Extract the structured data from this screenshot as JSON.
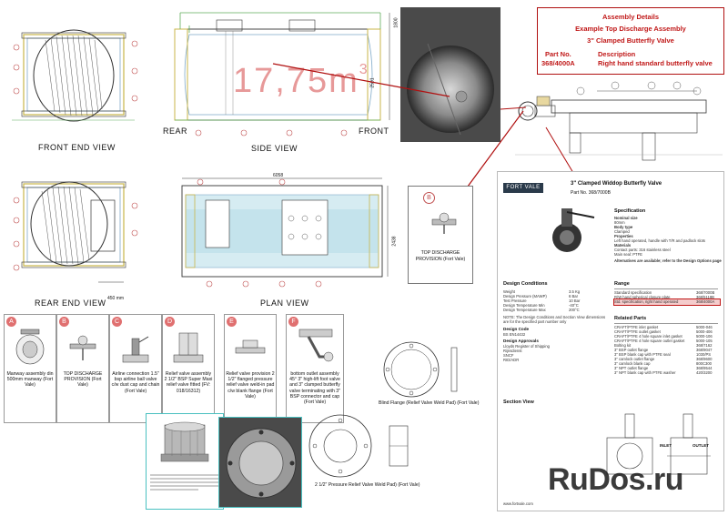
{
  "views": {
    "front_end": "FRONT END VIEW",
    "side": "SIDE VIEW",
    "rear_label": "REAR",
    "front_label": "FRONT",
    "rear_end": "REAR END VIEW",
    "plan": "PLAN VIEW",
    "volume": "17,75m",
    "volume_exp": "3",
    "dim_top": "6058",
    "dim_right": "2438",
    "dim_small": "1800",
    "dim_side": "2591",
    "dim_rear": "450 mm"
  },
  "assembly": {
    "title": "Assembly Details",
    "subtitle": "Example Top Discharge Assembly",
    "item": "3\" Clamped Butterfly Valve",
    "part_no_label": "Part No.",
    "part_no": "368/4000A",
    "desc_label": "Description",
    "desc": "Right hand standard butterfly valve"
  },
  "detail_b": {
    "letter": "B",
    "caption": "TOP DISCHARGE PROVISION (Fort Vale)"
  },
  "panels": [
    {
      "letter": "A",
      "caption": "Manway assembly din 500mm manway (Fort Vale)"
    },
    {
      "letter": "B",
      "caption": "TOP DISCHARGE PROVISION (Fort Vale)"
    },
    {
      "letter": "C",
      "caption": "Airline connection 1.5\" bsp airline ball valve c/w dust cap and chain (Fort Vale)"
    },
    {
      "letter": "D",
      "caption": "Relief valve assembly 2 1/2\" BSP Super Maxi relief valve fitted (FV: 018/16312)"
    },
    {
      "letter": "E",
      "caption": "Relief valve provision 2 1/2\" flanged pressure relief valve weld-in pad c/w blank flange (Fort Vale)"
    },
    {
      "letter": "F",
      "caption": "bottom outlet assembly 45° 3\" high-lift foot valve and 3\" clamped butterfly valve terminating with 3\" BSP connector and cap (Fort Vale)"
    }
  ],
  "blind_flange": "Blind Flange (Relief Valve Weld Pad) (Fort Vale)",
  "weld_pad": "2 1/2\" Pressure Relief Valve Weld Pad) (Fort Vale)",
  "data_sheet": {
    "logo": "FORT VALE",
    "title": "3\" Clamped Widdop Butterfly Valve",
    "part_no": "Part No. 368/7000B",
    "specification": "Specification",
    "spec_lines": [
      "Nominal size",
      "80mm",
      "Body type",
      "Clamped",
      "Properties",
      "Left hand operated, handle with T/R and padlock slots",
      "Materials",
      "Contact parts: 316 stainless steel",
      "Main seal: PTFE",
      "Alternatives are available; refer to the Design Options page"
    ],
    "design_conditions": "Design Conditions",
    "dc_rows": [
      [
        "Weight",
        "3.5 Kg"
      ],
      [
        "Design Pressure (MAWP)",
        "6 Bar"
      ],
      [
        "Test Pressure",
        "10 Bar"
      ],
      [
        "Design Temperature Min",
        "-40°C"
      ],
      [
        "Design Temperature Max",
        "200°C"
      ]
    ],
    "note": "NOTE: The Design Conditions and Section View dimensions are for the specified part number only",
    "range": "Range",
    "range_rows": [
      [
        "Standard specification",
        "368/7000B"
      ],
      [
        "R/W hand spherical closure plate",
        "368/5118B"
      ],
      [
        "Std. specification, right hand operated",
        "368/4000A"
      ]
    ],
    "related": "Related Parts",
    "related_rows": [
      [
        "CRAFT/PTFE inlet gasket",
        "5000-046"
      ],
      [
        "CRAFT/PTFE outlet gasket",
        "5000-406"
      ],
      [
        "CRAFT/PTFE 4 hole square inlet gasket",
        "5000-106"
      ],
      [
        "CRAFT/PTFE 4 hole square outlet gasket",
        "5000-105"
      ],
      [
        "Bolting kit",
        "368/7162"
      ],
      [
        "3\" BSP outlet flange",
        "368/9047"
      ],
      [
        "3\" BSP blank cap with PTFE seal",
        "1030/PS"
      ],
      [
        "3\" camlock outlet flange",
        "368/9600"
      ],
      [
        "3\" camlock blank cap",
        "800C300"
      ],
      [
        "3\" NPT outlet flange",
        "368/9544"
      ],
      [
        "3\" NPT blank cap with PTFE washer",
        "420/3200"
      ]
    ],
    "design_code_label": "Design Code",
    "design_code": "BS EN14432",
    "approvals_label": "Design Approvals",
    "approvals": [
      "Lloyds Register of Shipping",
      "Rijnsdienst",
      "SNCF",
      "RID/ADR"
    ],
    "section_view": "Section View",
    "inlet": "INLET",
    "outlet": "OUTLET",
    "footer": "www.fortvale.com"
  },
  "watermark": "RuDos.ru",
  "colors": {
    "accent_red": "#c01818",
    "tank_blue": "#7fa9c8",
    "tank_green": "#5fae5a",
    "tank_yellow": "#c9b64a"
  }
}
